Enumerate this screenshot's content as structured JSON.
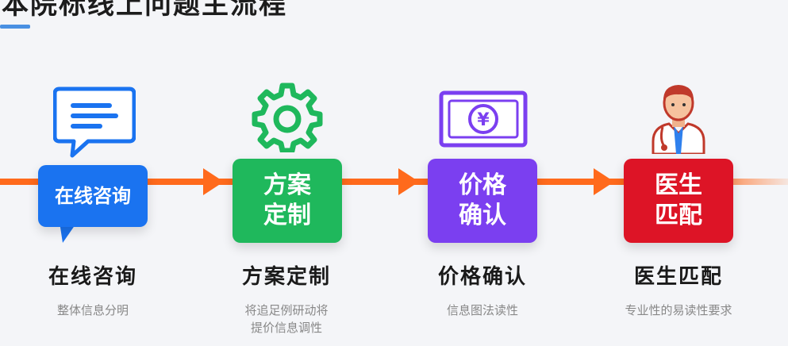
{
  "header": {
    "title": "本院标线上问题主流程"
  },
  "steps": [
    {
      "box_label": "在线咨询",
      "title": "在线咨询",
      "description": "整体信息分明",
      "icon": "chat-bubble-icon",
      "color": "#1a73f0"
    },
    {
      "box_label": "方案\n定制",
      "title": "方案定制",
      "description": "将追足例研动将\n提价信息调性",
      "icon": "gear-icon",
      "color": "#1fb85c"
    },
    {
      "box_label": "价格\n确认",
      "title": "价格确认",
      "description": "信息图法读性",
      "icon": "yuan-banknote-icon",
      "color": "#7b3ff0"
    },
    {
      "box_label": "医生\n匹配",
      "title": "医生匹配",
      "description": "专业性的易读性要求",
      "icon": "doctor-icon",
      "color": "#dd1426"
    }
  ],
  "colors": {
    "flow_line": "#ff6a1c",
    "title_underline": "#4a90e2"
  }
}
